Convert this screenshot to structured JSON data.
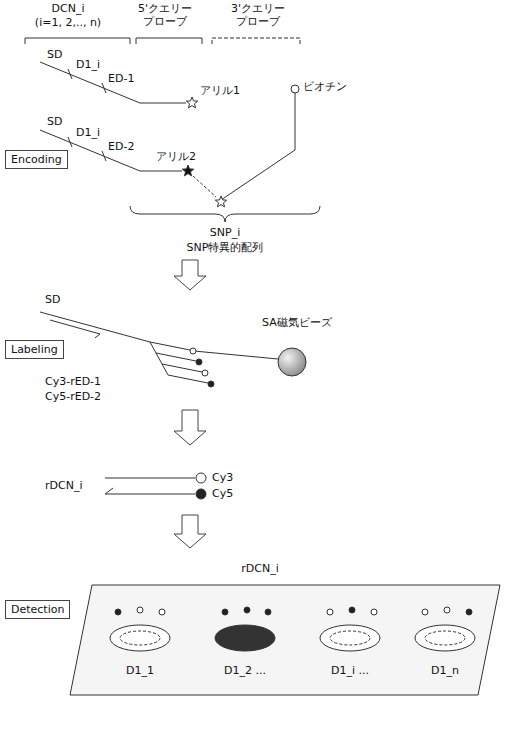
{
  "diagram": {
    "nodes": [
      {
        "text": [
          "Encoding"
        ]
      },
      {
        "text": [
          "Labeling"
        ]
      },
      {
        "text": [
          "Detection"
        ]
      }
    ],
    "labels": [
      "DCN_i",
      "(i=1, 2,.., n)",
      "5'クエリー プローブ",
      "3'クエリー プローブ",
      "SD",
      "D1_i",
      "ED-1",
      "アリル1",
      "SD",
      "D1_i",
      "ED-2",
      "アリル2",
      "ビオチン",
      "SNP_i",
      "SNP特異的配列",
      "SD",
      "SA磁気ビーズ",
      "Cy3-rED-1",
      "Cy5-rED-2",
      "rDCN_i",
      "Cy3",
      "Cy5",
      "rDCN_i",
      "D1_1",
      "D1_2 ...",
      "D1_i ...",
      "D1_n"
    ]
  }
}
